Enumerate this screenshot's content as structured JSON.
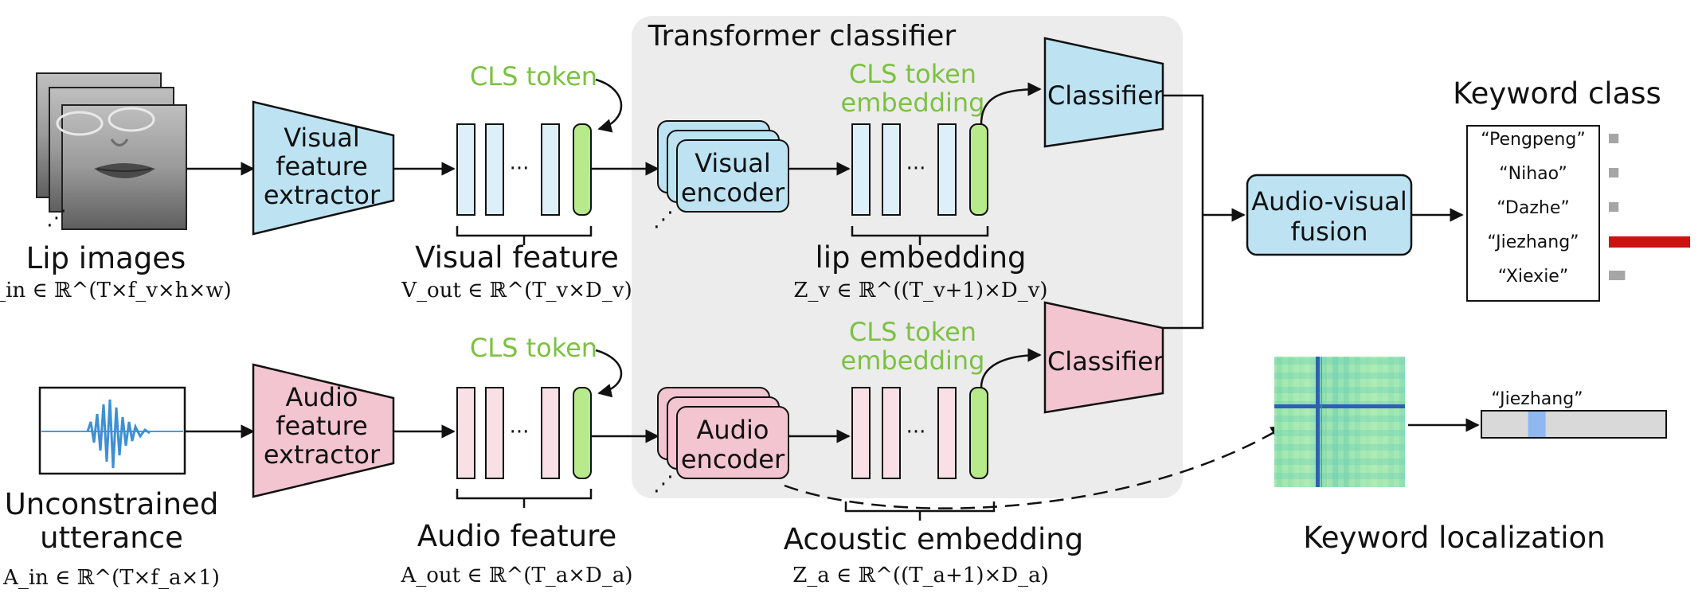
{
  "transformer_panel": {
    "title": "Transformer classifier"
  },
  "visual_branch": {
    "input_label": "Lip images",
    "input_math": "V_in ∈ ℝ^(T×f_v×h×w)",
    "extractor_lines": [
      "Visual",
      "feature",
      "extractor"
    ],
    "cls_token": "CLS token",
    "feature_label": "Visual feature",
    "feature_math": "V_out ∈ ℝ^(T_v×D_v)",
    "encoder_lines": [
      "Visual",
      "encoder"
    ],
    "cls_embedding_lines": [
      "CLS token",
      "embedding"
    ],
    "embedding_label": "lip embedding",
    "embedding_math": "Z_v ∈ ℝ^((T_v+1)×D_v)",
    "classifier": "Classifier"
  },
  "audio_branch": {
    "input_lines": [
      "Unconstrained",
      "utterance"
    ],
    "input_math": "A_in ∈ ℝ^(T×f_a×1)",
    "extractor_lines": [
      "Audio",
      "feature",
      "extractor"
    ],
    "cls_token": "CLS token",
    "feature_label": "Audio feature",
    "feature_math": "A_out ∈ ℝ^(T_a×D_a)",
    "encoder_lines": [
      "Audio",
      "encoder"
    ],
    "cls_embedding_lines": [
      "CLS token",
      "embedding"
    ],
    "embedding_label": "Acoustic embedding",
    "embedding_math": "Z_a ∈ ℝ^((T_a+1)×D_a)",
    "classifier": "Classifier"
  },
  "fusion": {
    "lines": [
      "Audio-visual",
      "fusion"
    ]
  },
  "keyword_class": {
    "title": "Keyword class",
    "items": [
      {
        "label": "“Pengpeng”",
        "score": 0.12
      },
      {
        "label": "“Nihao”",
        "score": 0.12
      },
      {
        "label": "“Dazhe”",
        "score": 0.12
      },
      {
        "label": "“Jiezhang”",
        "score": 1.0
      },
      {
        "label": "“Xiexie”",
        "score": 0.2
      }
    ],
    "winner_color": "#cc1111",
    "other_color": "#a6a6a6"
  },
  "keyword_localization": {
    "title": "Keyword localization",
    "keyword": "“Jiezhang”",
    "position": 0.3
  },
  "colors": {
    "visual_fill": "#bde3f3",
    "audio_fill": "#f2c5d0",
    "feature_blue": "#ddf0f9",
    "feature_pink": "#f8e0e6",
    "cls_green": "#b7ea8b",
    "cls_text": "#7cc142",
    "panel": "#ececec"
  },
  "icons": [
    "lip-image-stack",
    "audio-waveform",
    "similarity-heatmap"
  ]
}
